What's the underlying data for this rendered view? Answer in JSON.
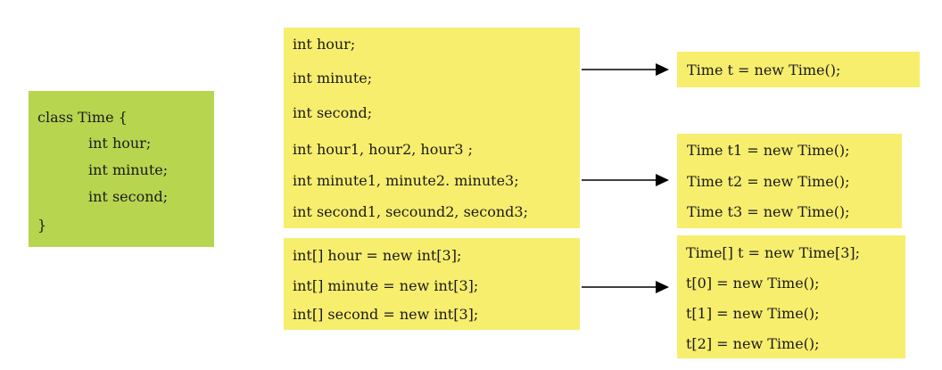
{
  "class_box": {
    "lines": [
      "class Time {",
      "int hour;",
      "int minute;",
      "int second;",
      "}"
    ]
  },
  "rows": [
    {
      "left": [
        "int hour;",
        "int minute;",
        "int second;"
      ],
      "right": [
        "Time t = new Time();"
      ]
    },
    {
      "left": [
        "int hour1, hour2, hour3 ;",
        "int minute1, minute2. minute3;",
        "int second1, secound2, second3;"
      ],
      "right": [
        "Time t1 = new Time();",
        "Time t2 = new Time();",
        "Time t3 = new Time();"
      ]
    },
    {
      "left": [
        "int[] hour = new int[3];",
        "int[] minute = new int[3];",
        "int[] second = new int[3];"
      ],
      "right": [
        "Time[] t = new Time[3];",
        "t[0] = new Time();",
        "t[1] = new Time();",
        "t[2] = new Time();"
      ]
    }
  ],
  "colors": {
    "class_box": "#b8d550",
    "boxes": "#f7ee6e",
    "arrow": "#000000"
  }
}
